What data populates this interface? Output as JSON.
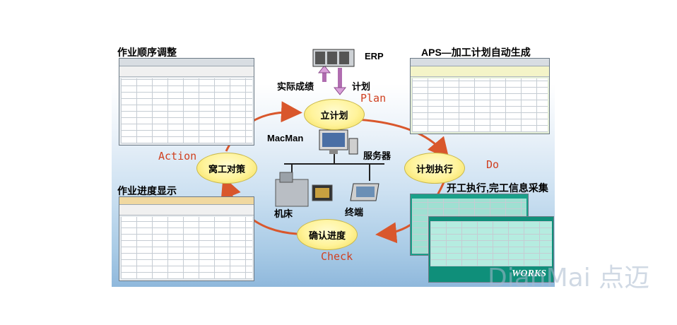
{
  "labels": {
    "schedule_adjust": "作业顺序调整",
    "aps": "APS—加工计划自动生成",
    "erp": "ERP",
    "actual_results": "实际成绩",
    "plan_cn": "计划",
    "progress_display": "作业进度显示",
    "start_finish": "开工执行,完工信息采集",
    "macman": "MacMan",
    "server": "服务器",
    "machine": "机床",
    "terminal": "终端"
  },
  "cycle": {
    "plan_node": "立计划",
    "execute_node": "计划执行",
    "confirm_node": "确认进度",
    "action_node": "窝工对策",
    "plan_en": "Plan",
    "do_en": "Do",
    "check_en": "Check",
    "action_en": "Action"
  },
  "watermark": "DianMai 点迈",
  "panel_logo": "WORKS",
  "colors": {
    "node_fill": "#fff39a",
    "arrow": "#d9572c",
    "red_text": "#d04020"
  }
}
